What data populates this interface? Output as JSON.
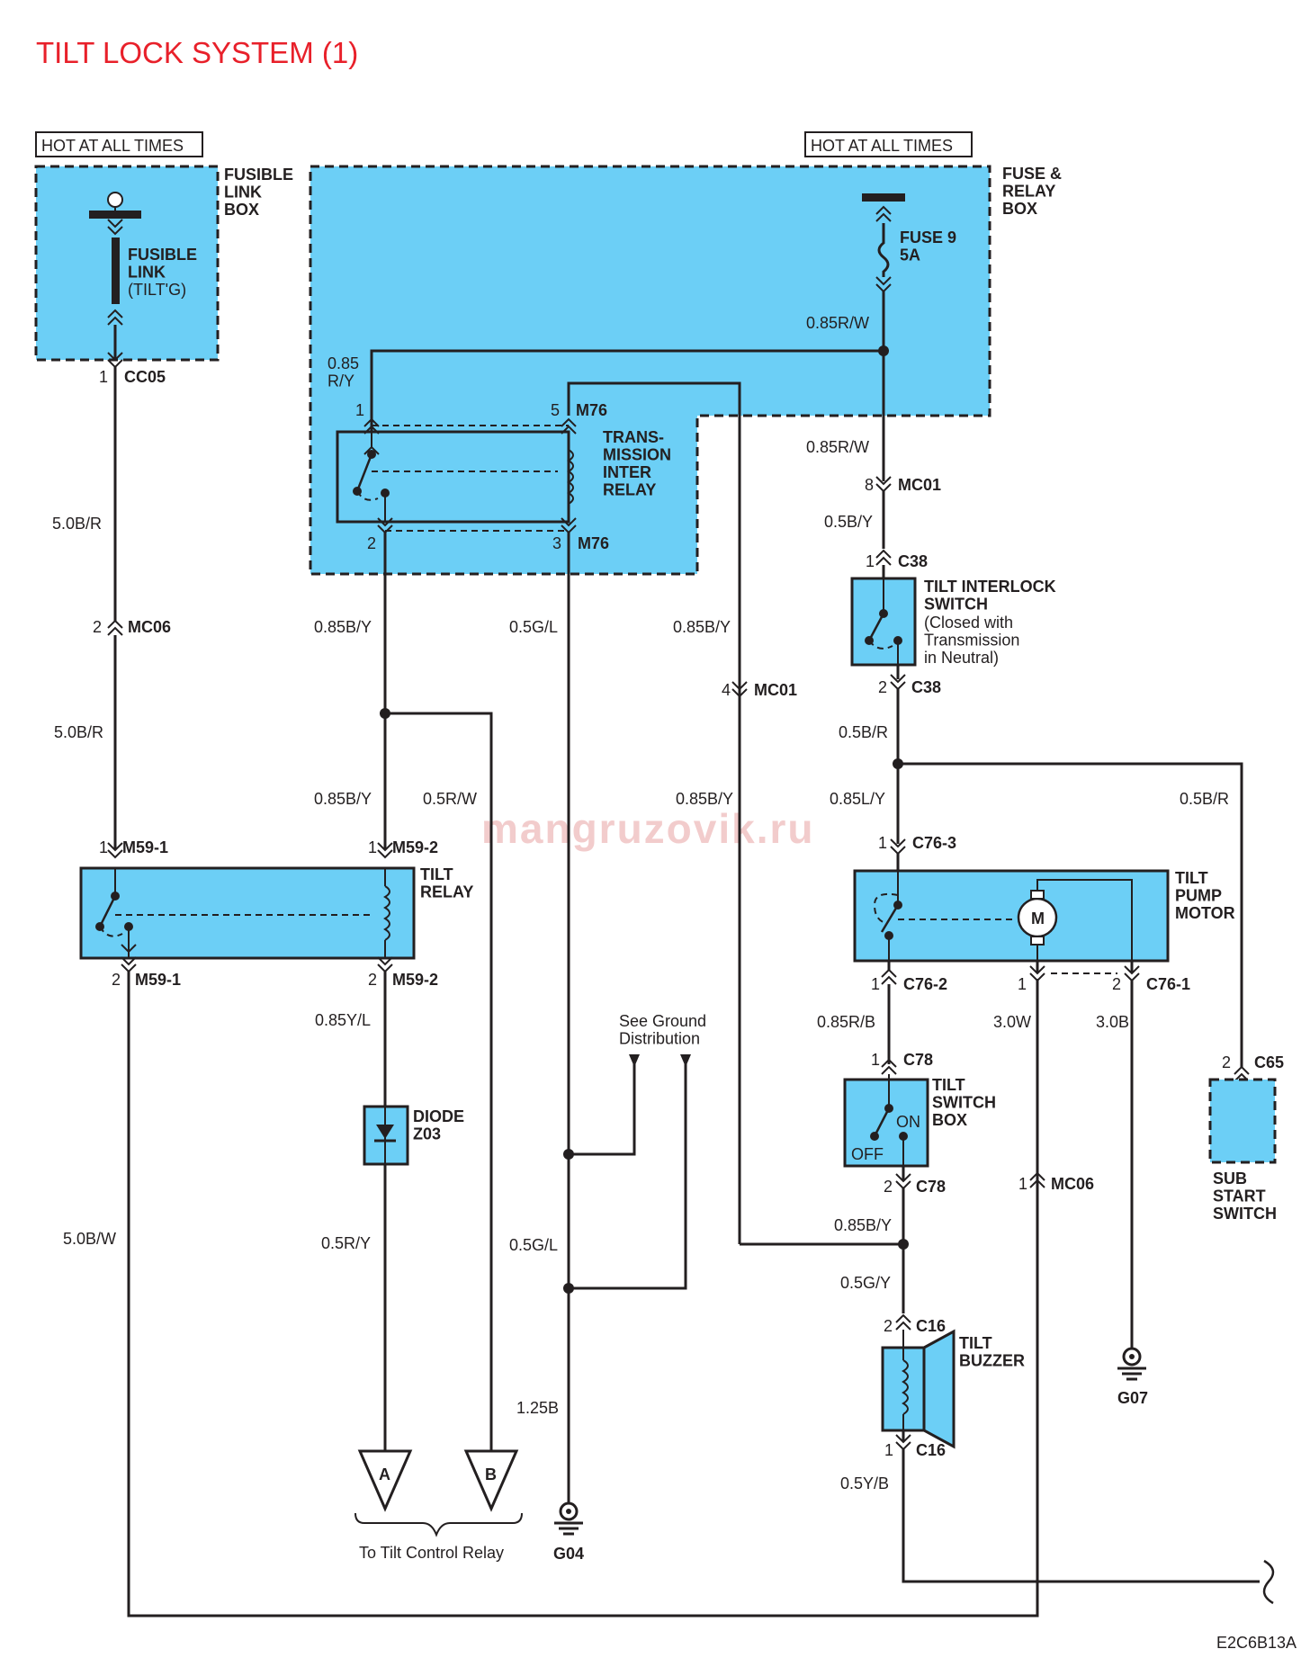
{
  "title": "TILT LOCK SYSTEM (1)",
  "watermark": "mangruzovik.ru",
  "figure_code": "E2C6B13A",
  "colors": {
    "title": "#e8202a",
    "component_fill": "#6ccff6",
    "wire": "#231f20"
  },
  "power_sources": [
    "HOT AT ALL TIMES",
    "HOT AT ALL TIMES"
  ],
  "boxes": {
    "fusible_link_box": "FUSIBLE\nLINK\nBOX",
    "fuse_relay_box": "FUSE &\nRELAY\nBOX"
  },
  "components": {
    "fusible_link": "FUSIBLE\nLINK",
    "fusible_link_sub": "(TILT'G)",
    "fuse": "FUSE 9\n5A",
    "trans_relay": "TRANS-\nMISSION\nINTER\nRELAY",
    "tilt_interlock_switch": "TILT INTERLOCK\nSWITCH",
    "tilt_interlock_note": "(Closed with\nTransmission\nin Neutral)",
    "tilt_relay": "TILT\nRELAY",
    "tilt_pump_motor": "TILT\nPUMP\nMOTOR",
    "motor_symbol": "M",
    "diode": "DIODE\nZ03",
    "tilt_switch_box": "TILT\nSWITCH\nBOX",
    "switch_on": "ON",
    "switch_off": "OFF",
    "sub_start_switch": "SUB\nSTART\nSWITCH",
    "tilt_buzzer": "TILT\nBUZZER"
  },
  "connectors": {
    "cc05_pin": "1",
    "cc05": "CC05",
    "m76_1": "1",
    "m76_5": "5",
    "m76_top": "M76",
    "m76_2": "2",
    "m76_3": "3",
    "m76_bottom": "M76",
    "mc01_pin8": "8",
    "mc01_a": "MC01",
    "c38_pin1": "1",
    "c38_a": "C38",
    "c38_pin2": "2",
    "c38_b": "C38",
    "mc06_pin2": "2",
    "mc06_a": "MC06",
    "mc01_pin4": "4",
    "mc01_b": "MC01",
    "m59_1_pin1": "1",
    "m59_1_top": "M59-1",
    "m59_2_pin1": "1",
    "m59_2_top": "M59-2",
    "m59_1_pin2": "2",
    "m59_1_bottom": "M59-1",
    "m59_2_pin2": "2",
    "m59_2_bottom": "M59-2",
    "c76_3_pin": "1",
    "c76_3": "C76-3",
    "c76_2_pin": "1",
    "c76_2": "C76-2",
    "c76_1_pin_left": "1",
    "c76_1_pin_right": "2",
    "c76_1": "C76-1",
    "c78_pin1": "1",
    "c78_a": "C78",
    "c78_pin2": "2",
    "c78_b": "C78",
    "c65_pin": "2",
    "c65": "C65",
    "mc06_pin1": "1",
    "mc06_b": "MC06",
    "c16_pin2": "2",
    "c16_a": "C16",
    "c16_pin1": "1",
    "c16_b": "C16"
  },
  "wires": {
    "w_085rw_a": "0.85R/W",
    "w_085ry": "0.85\nR/Y",
    "w_085rw_b": "0.85R/W",
    "w_05by": "0.5B/Y",
    "w_50br_a": "5.0B/R",
    "w_50br_b": "5.0B/R",
    "w_085by_a": "0.85B/Y",
    "w_05gl_a": "0.5G/L",
    "w_085by_b": "0.85B/Y",
    "w_085by_c": "0.85B/Y",
    "w_05rw": "0.5R/W",
    "w_085by_d": "0.85B/Y",
    "w_05br_a": "0.5B/R",
    "w_085ly": "0.85L/Y",
    "w_05br_b": "0.5B/R",
    "w_085yl": "0.85Y/L",
    "w_085rb": "0.85R/B",
    "w_30w": "3.0W",
    "w_30b": "3.0B",
    "w_50bw": "5.0B/W",
    "w_05ry": "0.5R/Y",
    "w_05gl_b": "0.5G/L",
    "w_085by_e": "0.85B/Y",
    "w_05gy": "0.5G/Y",
    "w_125b": "1.25B",
    "w_05yb": "0.5Y/B"
  },
  "notes": {
    "ground_dist": "See Ground\nDistribution",
    "to_tilt_control": "To Tilt Control Relay"
  },
  "terminals": {
    "a": "A",
    "b": "B"
  },
  "grounds": {
    "g04": "G04",
    "g07": "G07"
  }
}
